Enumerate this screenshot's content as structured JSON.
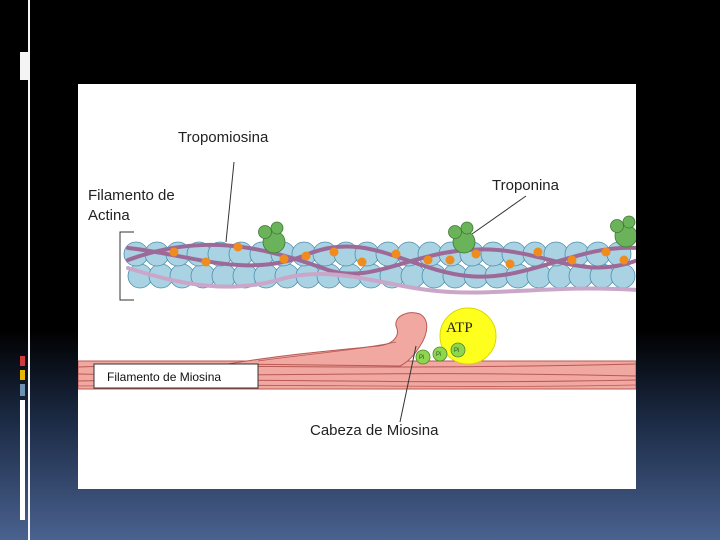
{
  "diagram": {
    "labels": {
      "tropomiosina": "Tropomiosina",
      "filamento_actina_line1": "Filamento de",
      "filamento_actina_line2": "Actina",
      "troponina": "Troponina",
      "atp": "ATP",
      "filamento_miosina": "Filamento de Miosina",
      "cabeza_miosina": "Cabeza de Miosina",
      "pi_1": "Pi",
      "pi_2": "Pi",
      "pi_3": "Pi"
    }
  },
  "colors": {
    "actin": "#a9d2e3",
    "actin_stroke": "#4f8fae",
    "tropomyosin": "#9d6a98",
    "tropomyosin_light": "#caa6c8",
    "troponin": "#6bb35a",
    "orange_dot": "#f08c1e",
    "atp": "#ffff1e",
    "myosin": "#f0a8a0",
    "myosin_stroke": "#b85a55",
    "pi": "#8fd64f"
  }
}
